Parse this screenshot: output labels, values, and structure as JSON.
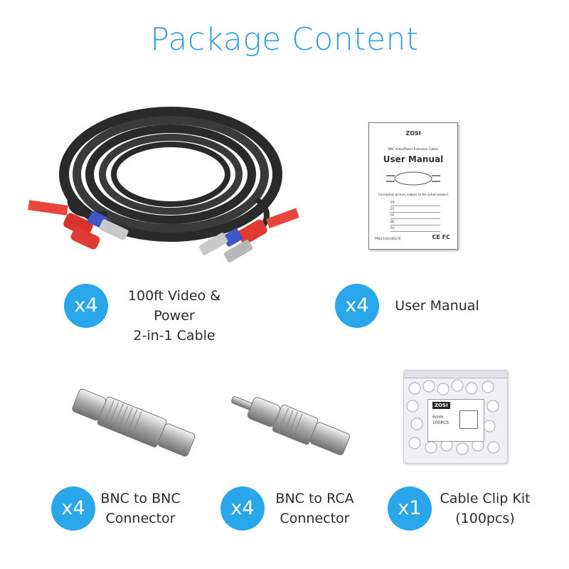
{
  "title": "Package Content",
  "items": [
    {
      "qty": "x4",
      "label": [
        "100ft Video & Power",
        "2-in-1 Cable"
      ]
    },
    {
      "qty": "x4",
      "label": [
        "User Manual"
      ]
    },
    {
      "qty": "x4",
      "label": [
        "BNC to BNC",
        "Connector"
      ]
    },
    {
      "qty": "x4",
      "label": [
        "BNC to RCA",
        "Connector"
      ]
    },
    {
      "qty": "x1",
      "label": [
        "Cable Clip Kit",
        "(100pcs)"
      ]
    }
  ],
  "manual": {
    "brand": "ZOSI",
    "subtitle": "BNC Video/Power Extension Cables",
    "heading": "User Manual",
    "caption": "Conceptual picture, subject to the actual product",
    "toc": [
      "EN",
      "ES",
      "FR",
      "DE",
      "RU"
    ],
    "part_no": "PM211192300170",
    "marks": "CE FC"
  },
  "clip_bag": {
    "brand": "ZOSI",
    "size": "6mm",
    "count": "100PCS"
  },
  "colors": {
    "accent": "#29a7ea",
    "title": "#2f9fe0",
    "tag": "#e8453c"
  }
}
